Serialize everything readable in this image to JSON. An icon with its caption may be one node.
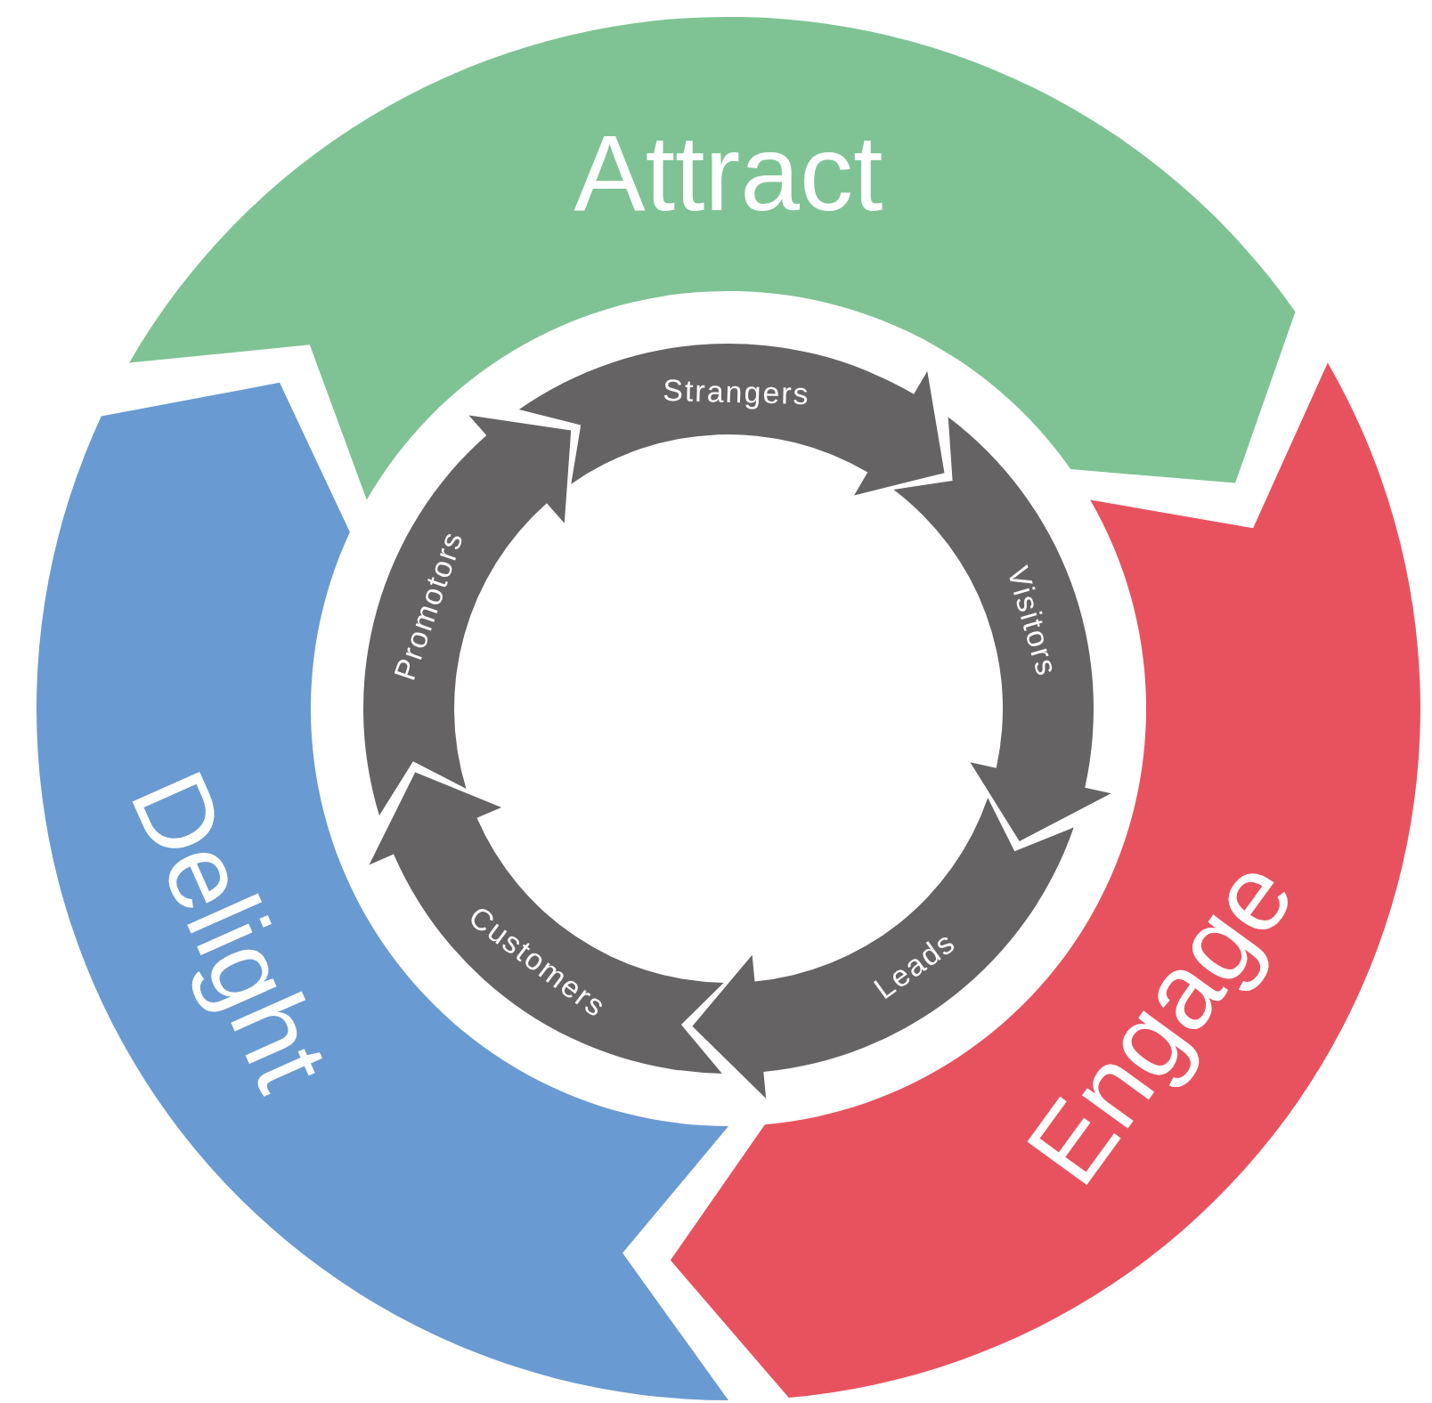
{
  "diagram": {
    "nodes": [
      {
        "text": [
          "Attract"
        ]
      },
      {
        "text": [
          "Engage"
        ]
      },
      {
        "text": [
          "Delight"
        ]
      },
      {
        "text": [
          "Strangers"
        ]
      },
      {
        "text": [
          "Visitors"
        ]
      },
      {
        "text": [
          "Leads"
        ]
      },
      {
        "text": [
          "Customers"
        ]
      },
      {
        "text": [
          "Promotors"
        ]
      }
    ]
  }
}
